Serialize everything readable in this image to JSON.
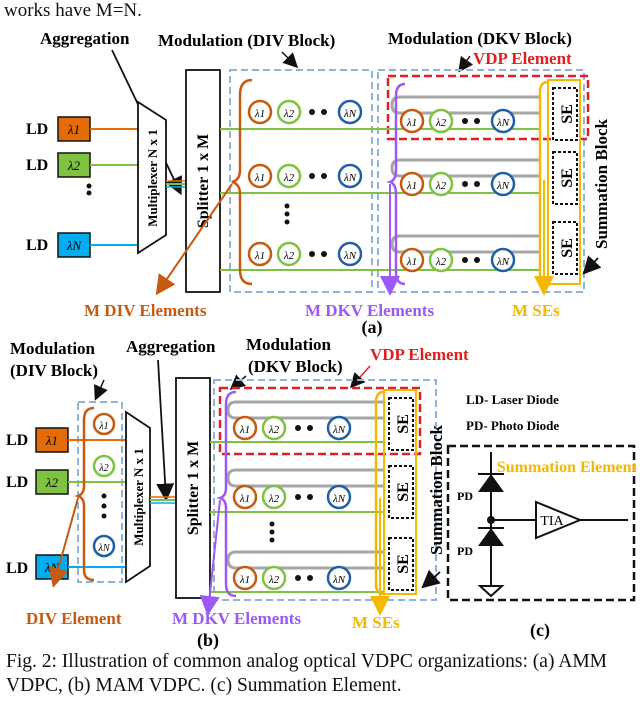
{
  "top_text": "works have M=N.",
  "panel_a": {
    "label": "(a)",
    "aggregation": "Aggregation",
    "modulation_div": "Modulation (DIV Block)",
    "modulation_dkv": "Modulation (DKV Block)",
    "vdp_element": "VDP Element",
    "ld": "LD",
    "lambda1": "λ1",
    "lambda2": "λ2",
    "lambdaN": "λN",
    "multiplexer": "Multiplexer N x 1",
    "splitter": "Splitter 1 x M",
    "se": "SE",
    "summation_block": "Summation Block",
    "m_div": "M DIV Elements",
    "m_dkv": "M DKV Elements",
    "m_ses": "M SEs"
  },
  "panel_b": {
    "label": "(b)",
    "modulation_div": "Modulation (DIV Block)",
    "aggregation": "Aggregation",
    "modulation_dkv": "Modulation (DKV Block)",
    "vdp_element": "VDP Element",
    "ld": "LD",
    "multiplexer": "Multiplexer N x 1",
    "splitter": "Splitter 1 x M",
    "se": "SE",
    "summation_block": "Summation Block",
    "div_element": "DIV Element",
    "m_dkv": "M DKV Elements",
    "m_ses": "M SEs"
  },
  "panel_c": {
    "label": "(c)",
    "ld_legend": "LD- Laser Diode",
    "pd_legend": "PD- Photo Diode",
    "summation_element": "Summation Element (SE)",
    "pd": "PD",
    "tia": "TIA"
  },
  "caption": "Fig. 2: Illustration of common analog optical VDPC organizations: (a) AMM VDPC, (b) MAM VDPC. (c) Summation Element.",
  "colors": {
    "ld1": "#e36c09",
    "ld2": "#7fc241",
    "ldN": "#00aeef",
    "orange": "#c55a11",
    "purple": "#9b59f5",
    "gold": "#f5b800",
    "red": "#e02020",
    "blue_dash": "#8fb3d9",
    "gray": "#a6a6a6"
  }
}
